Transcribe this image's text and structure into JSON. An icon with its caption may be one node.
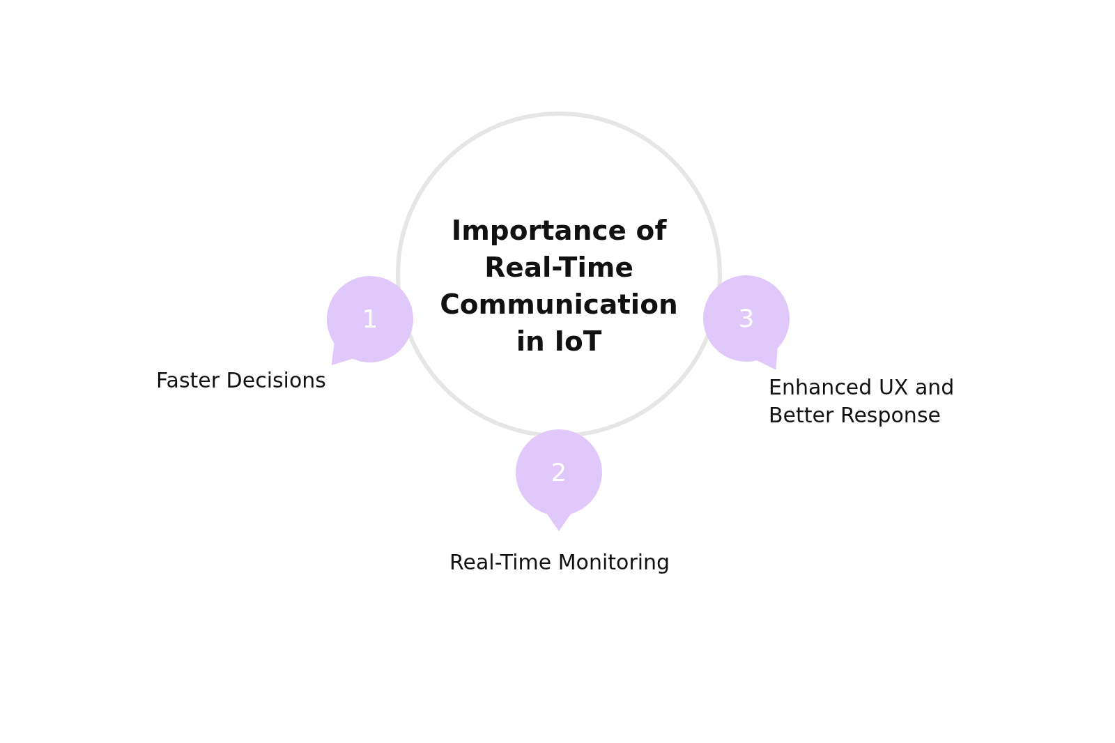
{
  "diagram": {
    "nodes": [
      {
        "text": [
          "Importance of Real-Time Communication in IoT"
        ]
      },
      {
        "text": [
          "1"
        ],
        "beside": [
          "Faster Decisions"
        ]
      },
      {
        "text": [
          "2"
        ],
        "beside": [
          "Real-Time Monitoring"
        ]
      },
      {
        "text": [
          "3"
        ],
        "beside": [
          "Enhanced UX and Better Response"
        ]
      }
    ]
  }
}
